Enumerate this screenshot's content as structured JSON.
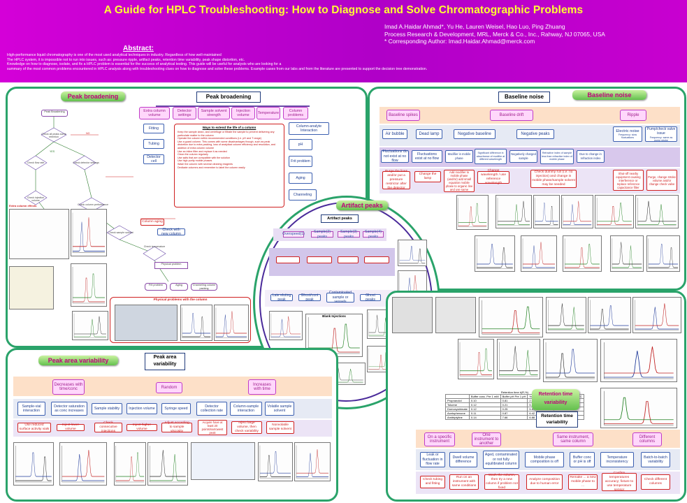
{
  "header": {
    "title": "A Guide for HPLC Troubleshooting: How to Diagnose and Solve Chromatographic Problems",
    "authors": "Imad A.Haidar Ahmad*, Yu He, Lauren Weisel, Hao Luo, Ping Zhuang",
    "affiliation": "Process Research & Development, MRL, Merck & Co., Inc., Rahway, NJ 07065, USA",
    "corresponding": "* Corresponding Author: Imad.Haidar.Ahmad@merck.com",
    "abstract_title": "Abstract:",
    "abstract_lines": [
      "High-performance liquid chromatography is one of the most used analytical techniques in industry. Regardless of how well-maintained",
      "The HPLC system, it is impossible not to run into issues, such as: pressure ripple, artifact peaks, retention time variability, peak shape distortion, etc.",
      " Knowledge on how to diagnose, isolate, and fix a HPLC problem is essential for the success of analytical testing. This guide will be useful for analysts who are looking for a",
      "summary of the most common problems encountered in HPLC analysis along with troubleshooting  clues on how to diagnose and solve these problems. Example cases from our labs and from the literature are presented to support the decision tree demonstration."
    ]
  },
  "peak_broadening": {
    "tag": "Peak broadening",
    "heading": "Peak broadening",
    "causes": [
      "Extra column volume",
      "Detector settings",
      "Sample solvent strength",
      "Injection volume",
      "Temperature",
      "Column problems"
    ],
    "sub_causes": [
      "Fitting",
      "Tubing",
      "Detector cell"
    ],
    "column_items": [
      "Column-analyte Interaction",
      "pH",
      "Frit problem",
      "Aging",
      "Channeling"
    ],
    "tips_title": "Ways to extend the life of a column",
    "tips": [
      "Keep the sample clean, and centrifuge or filtrate the sample to prevent delivering any",
      "particulate matter to the column",
      "Operate the column within  recommended conditions (i.e. pH and T range)",
      "Use a guard column. This comes with some disadvantages though, such as peak",
      "distortion due to extra packing, loss of analytical column efficiency and resolution, and",
      "addition of extra column volume",
      "Use an inline filter and replace it as needed",
      "Clean the column regularly",
      "Use salts that are compatible with the solution",
      "Use high purity mobile phases",
      "Wash the column with several cleaning reagents",
      "Dedicate columns and remember to label the column easily"
    ],
    "flow_start": "Peak Broadening",
    "flow_nodes": [
      "Check all peaks same retention",
      "Check flow rate",
      "Check detector settings",
      "Check column performance",
      "Check sample solvent",
      "Check temperature",
      "Check injection volume",
      "Column aging",
      "Check with new column"
    ],
    "flow_yes": "YES",
    "flow_no": "NO",
    "physical_title": "Physical problems with the column",
    "physical_nodes": [
      "Physical problem",
      "Frit problem",
      "Aging",
      "Channeling column packing"
    ],
    "extra_label": "Extra column effects"
  },
  "baseline": {
    "heading": "Baseline noise",
    "tag": "Baseline noise",
    "top": [
      "Baseline spikes",
      "Baseline drift",
      "Ripple"
    ],
    "mid": [
      "Air bubble",
      "Dead lamp",
      "Negative baseline",
      "Negative peaks",
      "Electric noise",
      "Pump/check valve issue"
    ],
    "mid_sub": [
      "Frequency: slow fluctuations",
      "Frequency: same as pump stroke"
    ],
    "detail": [
      "Fluctuations do not exist at no flow",
      "Fluctuations exist at no flow",
      "Modifier in mobile phase",
      "Significant difference in absorbance of modifier at different wavelength",
      "Negatively charged sample",
      "Refractive index of sample less than refractive index of mobile phase",
      "Due to change in refraction index"
    ],
    "fixes": [
      "Purge the lines and/or put a pressure restrictor after the detector",
      "Change the lamp",
      "Add modifier to mobile phase (and/or) add small equaiton mobile phase to organic line and use same",
      "Change wavelength / use reference wavelength",
      "Check dummy run (i.e. no injection) and change in mobile phase/sample solvent may be needed",
      "Shut-off nearby equipment causing interference or replace reference capacitance filter",
      "Purge, change stroke volume and/or change check valve"
    ]
  },
  "artifact": {
    "tag": "Artifact peaks",
    "heading": "Artifact peaks",
    "rows": [
      "Overspeed(1)",
      "Sample(2) peaks",
      "Sample(3) peaks",
      "Sample(4) peaks"
    ],
    "lower": [
      "Late eluting peak",
      "Ghost/cont peak",
      "Contaminated sample or vessels",
      "Ghost peaks"
    ],
    "blank_title": "Blank Injections"
  },
  "peak_area": {
    "tag": "Peak area variability",
    "heading": "Peak area variability",
    "top": [
      "Decreases with time/conc",
      "Random",
      "Increases with time"
    ],
    "mid": [
      "Sample-vial interaction",
      "Detector saturation as conc increases",
      "Sample stability",
      "Injection volume",
      "Syringe speed",
      "Detector collection rate",
      "Column-sample interaction",
      "Volatile sample solvent"
    ],
    "fixes": [
      "Use reduced surface activity vials",
      "Inject lower volume",
      "Check consecutive injections",
      "Inject higher volume",
      "Adjust according to sample viscosity",
      "Acquire have at least 20 points/narrowest peak",
      "Inject large volume, then check variability",
      "Nonvolatile sample solvent"
    ]
  },
  "retention": {
    "tag": "Retention time variability",
    "heading": "Retention time variability",
    "top": [
      "On a specific instrument",
      "One instrument to another",
      "Same instrument, same column",
      "Different columns"
    ],
    "mid": [
      "Leak or fluctuation in flow rate",
      "Dwell volume difference",
      "Aged, contaminated or not fully equilibrated column",
      "Mobile phase composition is off",
      "Buffer conc or pH is off",
      "Temperature inconsistency",
      "Batch-to-batch variability"
    ],
    "fixes": [
      "Check tubing and fitting",
      "Run on an instrument with same conditions",
      "Wash the column, then try a new column if problem not fixed",
      "Analyze composition due to human error",
      "Remake ... a new mobile phase to ...",
      "Confirm temperatures accuracy; fixture to use temperature sensor",
      "Check different columns"
    ],
    "table_title": "Retention time k(R,%)",
    "table_head": [
      "",
      "Buffer conc. Pre 1 mM",
      "Buffer pH Pre 1 pH",
      "% Organic Pre 1%",
      "Temperature Pre 1°C"
    ],
    "table_rows": [
      [
        "Propranolol",
        "0.10",
        "0.81",
        "2.01",
        "1.21"
      ],
      [
        "Toluene",
        "0.12",
        "0.21",
        "5.15",
        "1.27"
      ],
      [
        "Domoxystrimate",
        "0.12",
        "0.25",
        "5.63",
        "3.65"
      ],
      [
        "Acetophenone",
        "0.11",
        "0.87",
        "6.42",
        "5.40"
      ],
      [
        "Amitriptyline",
        "0.14",
        "7.66",
        "6.88",
        "0.51"
      ]
    ]
  }
}
